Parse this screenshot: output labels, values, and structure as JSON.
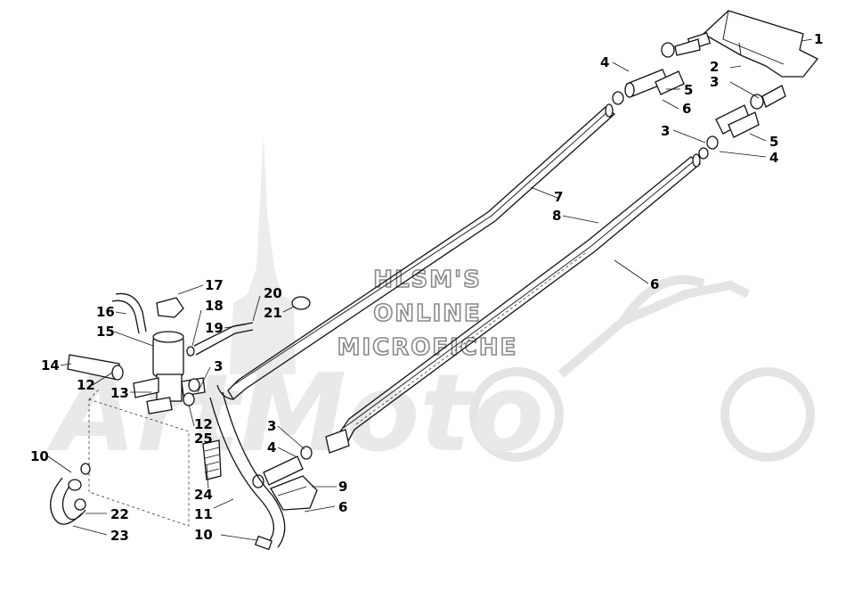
{
  "watermark": {
    "lines": [
      "HLSM'S",
      "ONLINE",
      "MICROFICHE"
    ],
    "logo_text": "ArtMoto"
  },
  "callouts": [
    {
      "id": "c1",
      "label": "1"
    },
    {
      "id": "c2",
      "label": "2"
    },
    {
      "id": "c3a",
      "label": "3"
    },
    {
      "id": "c3b",
      "label": "3"
    },
    {
      "id": "c3c",
      "label": "3"
    },
    {
      "id": "c3d",
      "label": "3"
    },
    {
      "id": "c4a",
      "label": "4"
    },
    {
      "id": "c4b",
      "label": "4"
    },
    {
      "id": "c4c",
      "label": "4"
    },
    {
      "id": "c5a",
      "label": "5"
    },
    {
      "id": "c5b",
      "label": "5"
    },
    {
      "id": "c6a",
      "label": "6"
    },
    {
      "id": "c6b",
      "label": "6"
    },
    {
      "id": "c6c",
      "label": "6"
    },
    {
      "id": "c7",
      "label": "7"
    },
    {
      "id": "c8",
      "label": "8"
    },
    {
      "id": "c9",
      "label": "9"
    },
    {
      "id": "c10a",
      "label": "10"
    },
    {
      "id": "c10b",
      "label": "10"
    },
    {
      "id": "c11",
      "label": "11"
    },
    {
      "id": "c12a",
      "label": "12"
    },
    {
      "id": "c12b",
      "label": "12"
    },
    {
      "id": "c13",
      "label": "13"
    },
    {
      "id": "c14",
      "label": "14"
    },
    {
      "id": "c15",
      "label": "15"
    },
    {
      "id": "c16",
      "label": "16"
    },
    {
      "id": "c17",
      "label": "17"
    },
    {
      "id": "c18",
      "label": "18"
    },
    {
      "id": "c19",
      "label": "19"
    },
    {
      "id": "c20",
      "label": "20"
    },
    {
      "id": "c21",
      "label": "21"
    },
    {
      "id": "c22",
      "label": "22"
    },
    {
      "id": "c23",
      "label": "23"
    },
    {
      "id": "c24",
      "label": "24"
    },
    {
      "id": "c25",
      "label": "25"
    }
  ]
}
